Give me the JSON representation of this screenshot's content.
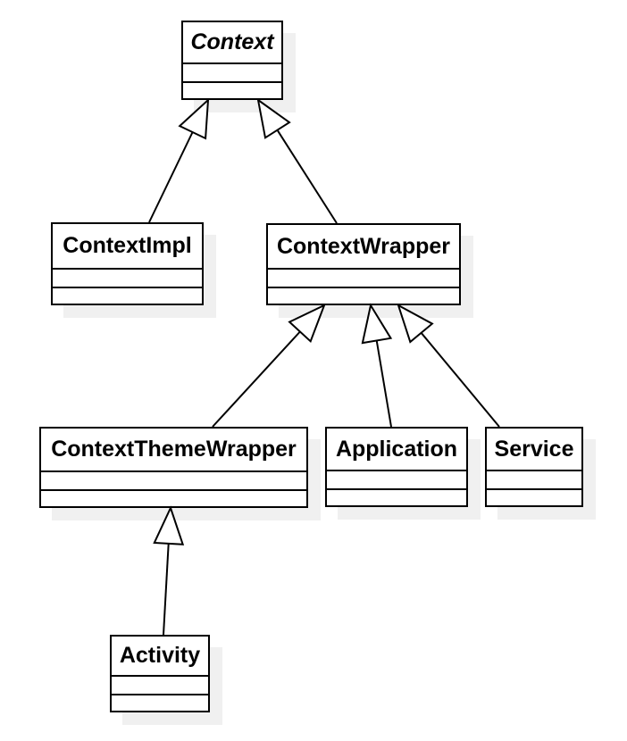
{
  "diagram": {
    "kind": "uml-class-diagram",
    "classes": [
      {
        "name": "Context",
        "abstract": true,
        "attributes": [],
        "operations": []
      },
      {
        "name": "ContextImpl",
        "abstract": false,
        "attributes": [],
        "operations": []
      },
      {
        "name": "ContextWrapper",
        "abstract": false,
        "attributes": [],
        "operations": []
      },
      {
        "name": "ContextThemeWrapper",
        "abstract": false,
        "attributes": [],
        "operations": []
      },
      {
        "name": "Application",
        "abstract": false,
        "attributes": [],
        "operations": []
      },
      {
        "name": "Service",
        "abstract": false,
        "attributes": [],
        "operations": []
      },
      {
        "name": "Activity",
        "abstract": false,
        "attributes": [],
        "operations": []
      }
    ],
    "relations": [
      {
        "from": "ContextImpl",
        "to": "Context",
        "type": "generalization"
      },
      {
        "from": "ContextWrapper",
        "to": "Context",
        "type": "generalization"
      },
      {
        "from": "ContextThemeWrapper",
        "to": "ContextWrapper",
        "type": "generalization"
      },
      {
        "from": "Application",
        "to": "ContextWrapper",
        "type": "generalization"
      },
      {
        "from": "Service",
        "to": "ContextWrapper",
        "type": "generalization"
      },
      {
        "from": "Activity",
        "to": "ContextThemeWrapper",
        "type": "generalization"
      }
    ],
    "colors": {
      "line": "#000000",
      "box_fill": "#ffffff",
      "box_border": "#000000",
      "shadow": "#f0f0f0",
      "background": "#ffffff"
    }
  }
}
